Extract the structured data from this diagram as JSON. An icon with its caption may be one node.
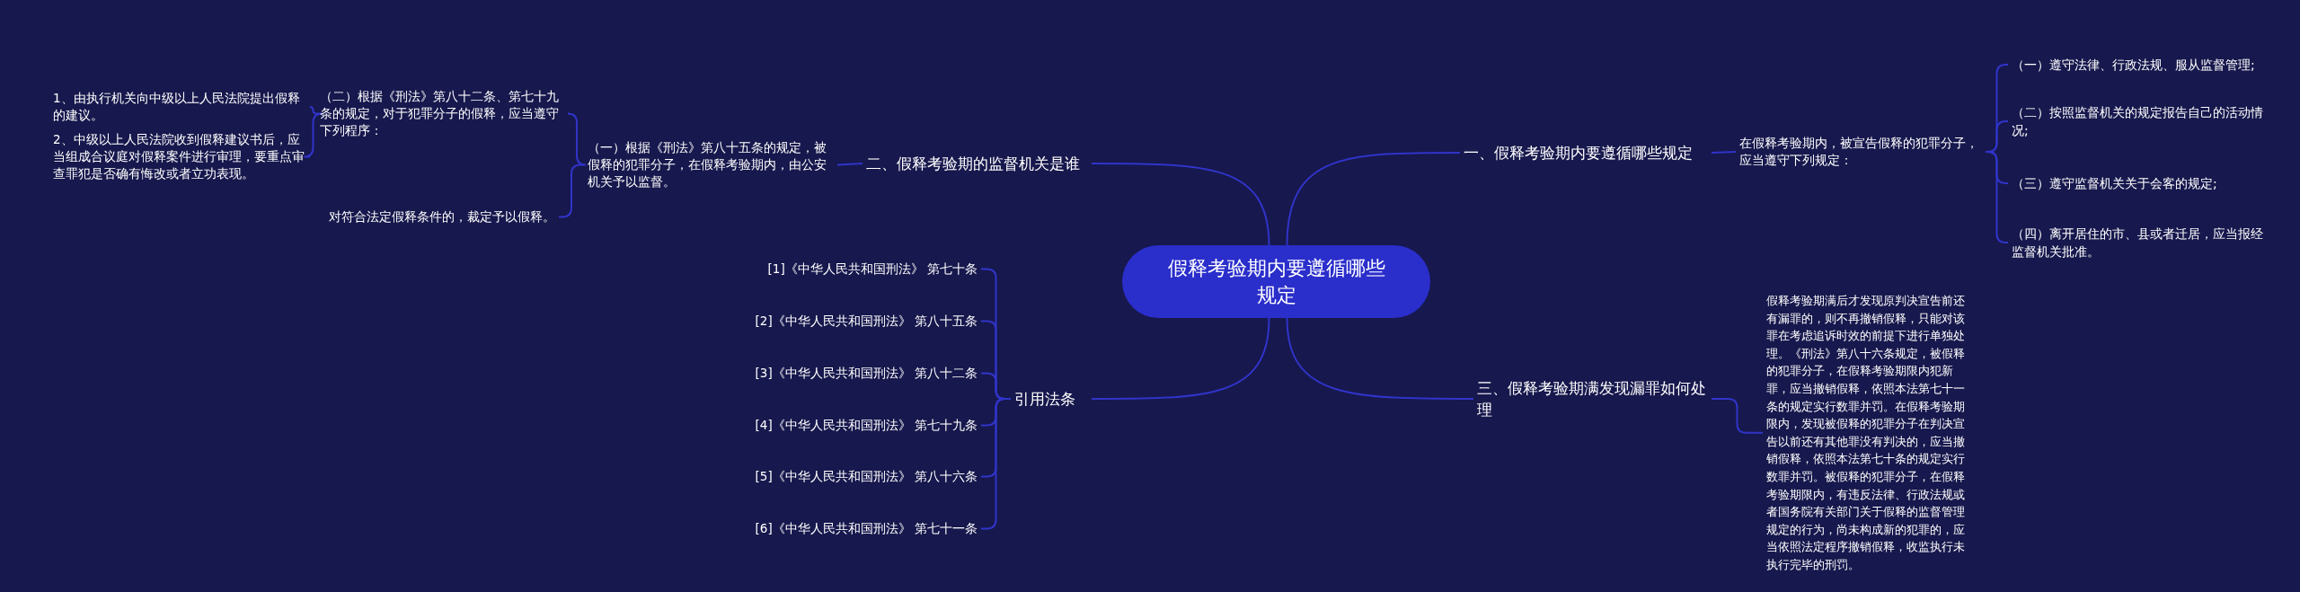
{
  "diagram": {
    "nodes": [
      {
        "text": [
          "假释考验期内要遵循哪些规定"
        ]
      },
      {
        "text": [
          "一、假释考验期内要遵循哪些规定"
        ]
      },
      {
        "text": [
          "在假释考验期内，被宣告假释的犯罪分子，应当遵守下列规定："
        ]
      },
      {
        "text": [
          "（一）遵守法律、行政法规、服从监督管理;"
        ]
      },
      {
        "text": [
          "（二）按照监督机关的规定报告自己的活动情况;"
        ]
      },
      {
        "text": [
          "（三）遵守监督机关关于会客的规定;"
        ]
      },
      {
        "text": [
          "（四）离开居住的市、县或者迁居，应当报经监督机关批准。"
        ]
      },
      {
        "text": [
          "二、假释考验期的监督机关是谁"
        ]
      },
      {
        "text": [
          "（一）根据《刑法》第八十五条的规定，被假释的犯罪分子，在假释考验期内，由公安机关予以监督。"
        ]
      },
      {
        "text": [
          "（二）根据《刑法》第八十二条、第七十九条的规定，对于犯罪分子的假释，应当遵守下列程序："
        ]
      },
      {
        "text": [
          "1、由执行机关向中级以上人民法院提出假释的建议。"
        ]
      },
      {
        "text": [
          "2、中级以上人民法院收到假释建议书后，应当组成合议庭对假释案件进行审理，要重点审查罪犯是否确有悔改或者立功表现。"
        ]
      },
      {
        "text": [
          "对符合法定假释条件的，裁定予以假释。"
        ]
      },
      {
        "text": [
          "三、假释考验期满发现漏罪如何处理"
        ]
      },
      {
        "text": [
          "假释考验期满后才发现原判决宣告前还有漏罪的，则不再撤销假释，只能对该罪在考虑追诉时效的前提下进行单独处理。《刑法》第八十六条规定，被假释的犯罪分子，在假释考验期限内犯新罪，应当撤销假释，依照本法第七十一条的规定实行数罪并罚。在假释考验期限内，发现被假释的犯罪分子在判决宣告以前还有其他罪没有判决的，应当撤销假释，依照本法第七十条的规定实行数罪并罚。被假释的犯罪分子，在假释考验期限内，有违反法律、行政法规或者国务院有关部门关于假释的监督管理规定的行为，尚未构成新的犯罪的，应当依照法定程序撤销假释，收监执行未执行完毕的刑罚。"
        ]
      },
      {
        "text": [
          "引用法条"
        ]
      },
      {
        "text": [
          "[1]《中华人民共和国刑法》 第七十条"
        ]
      },
      {
        "text": [
          "[2]《中华人民共和国刑法》 第八十五条"
        ]
      },
      {
        "text": [
          "[3]《中华人民共和国刑法》 第八十二条"
        ]
      },
      {
        "text": [
          "[4]《中华人民共和国刑法》 第七十九条"
        ]
      },
      {
        "text": [
          "[5]《中华人民共和国刑法》 第八十六条"
        ]
      },
      {
        "text": [
          "[6]《中华人民共和国刑法》 第七十一条"
        ]
      }
    ],
    "edges": [
      {
        "from": 0,
        "to": 1,
        "arrow": "none"
      },
      {
        "from": 1,
        "to": 2,
        "arrow": "none"
      },
      {
        "from": 2,
        "to": 3,
        "arrow": "none"
      },
      {
        "from": 2,
        "to": 4,
        "arrow": "none"
      },
      {
        "from": 2,
        "to": 5,
        "arrow": "none"
      },
      {
        "from": 2,
        "to": 6,
        "arrow": "none"
      },
      {
        "from": 0,
        "to": 7,
        "arrow": "none"
      },
      {
        "from": 7,
        "to": 8,
        "arrow": "none"
      },
      {
        "from": 8,
        "to": 9,
        "arrow": "none"
      },
      {
        "from": 8,
        "to": 12,
        "arrow": "none"
      },
      {
        "from": 9,
        "to": 10,
        "arrow": "none"
      },
      {
        "from": 9,
        "to": 11,
        "arrow": "none"
      },
      {
        "from": 0,
        "to": 13,
        "arrow": "none"
      },
      {
        "from": 13,
        "to": 14,
        "arrow": "none"
      },
      {
        "from": 0,
        "to": 15,
        "arrow": "none"
      },
      {
        "from": 15,
        "to": 16,
        "arrow": "none"
      },
      {
        "from": 15,
        "to": 17,
        "arrow": "none"
      },
      {
        "from": 15,
        "to": 18,
        "arrow": "none"
      },
      {
        "from": 15,
        "to": 19,
        "arrow": "none"
      },
      {
        "from": 15,
        "to": 20,
        "arrow": "none"
      },
      {
        "from": 15,
        "to": 21,
        "arrow": "none"
      }
    ]
  }
}
